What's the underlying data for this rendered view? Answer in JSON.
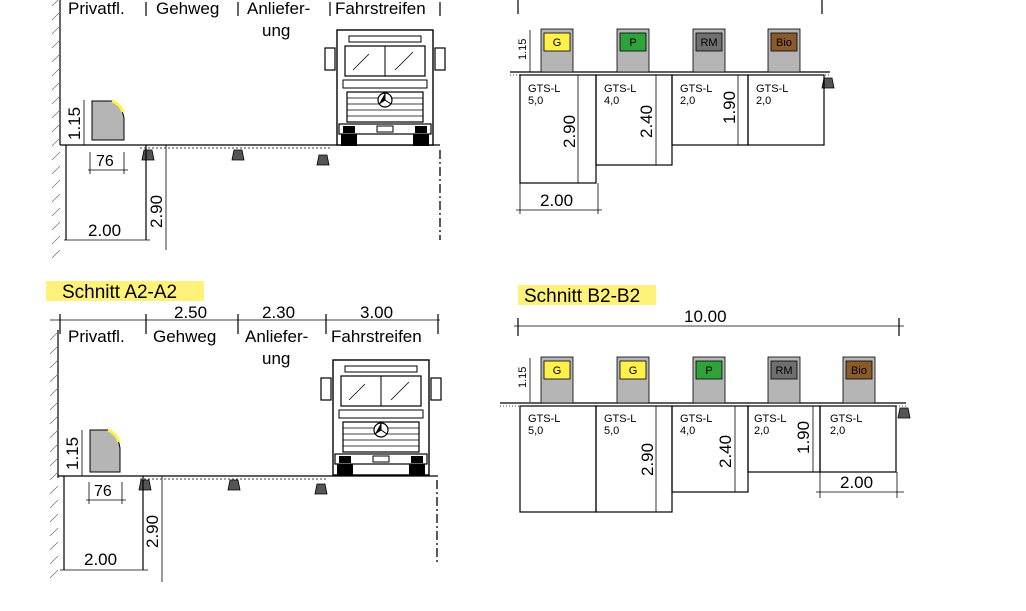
{
  "colors": {
    "section_highlight": "#fff27a",
    "bin_grey": "#b5b5b5",
    "bin_yellow": "#fff04a",
    "bin_green": "#2fa33a",
    "bin_darkgrey": "#6f6f6f",
    "bin_brown": "#8b5a2b"
  },
  "top_left": {
    "zones": [
      "Privatfl.",
      "Gehweg",
      "Anliefer-",
      "ung",
      "Fahrstreifen"
    ],
    "dims": {
      "h_bin": "1.15",
      "w_small": "76",
      "depth": "2.90",
      "width": "2.00"
    }
  },
  "top_right": {
    "h_bin": "1.15",
    "bins": [
      {
        "label": "G",
        "gts": "GTS-L",
        "vol": "5,0",
        "depth": "2.90"
      },
      {
        "label": "P",
        "gts": "GTS-L",
        "vol": "4,0",
        "depth": "2.40"
      },
      {
        "label": "RM",
        "gts": "GTS-L",
        "vol": "2,0",
        "depth": "1.90"
      },
      {
        "label": "Bio",
        "gts": "GTS-L",
        "vol": "2,0"
      }
    ],
    "width": "2.00"
  },
  "section_a2": {
    "title": "Schnitt A2-A2",
    "dim_values": [
      "2.50",
      "2.30",
      "3.00"
    ],
    "zones": [
      "Privatfl.",
      "Gehweg",
      "Anliefer-",
      "ung",
      "Fahrstreifen"
    ],
    "dims": {
      "h_bin": "1.15",
      "w_small": "76",
      "depth": "2.90",
      "width": "2.00"
    }
  },
  "section_b2": {
    "title": "Schnitt B2-B2",
    "total": "10.00",
    "h_bin": "1.15",
    "bins": [
      {
        "label": "G",
        "gts": "GTS-L",
        "vol": "5,0"
      },
      {
        "label": "G",
        "gts": "GTS-L",
        "vol": "5,0",
        "depth": "2.90"
      },
      {
        "label": "P",
        "gts": "GTS-L",
        "vol": "4,0",
        "depth": "2.40"
      },
      {
        "label": "RM",
        "gts": "GTS-L",
        "vol": "2,0",
        "depth": "1.90"
      },
      {
        "label": "Bio",
        "gts": "GTS-L",
        "vol": "2,0"
      }
    ],
    "width": "2.00"
  }
}
